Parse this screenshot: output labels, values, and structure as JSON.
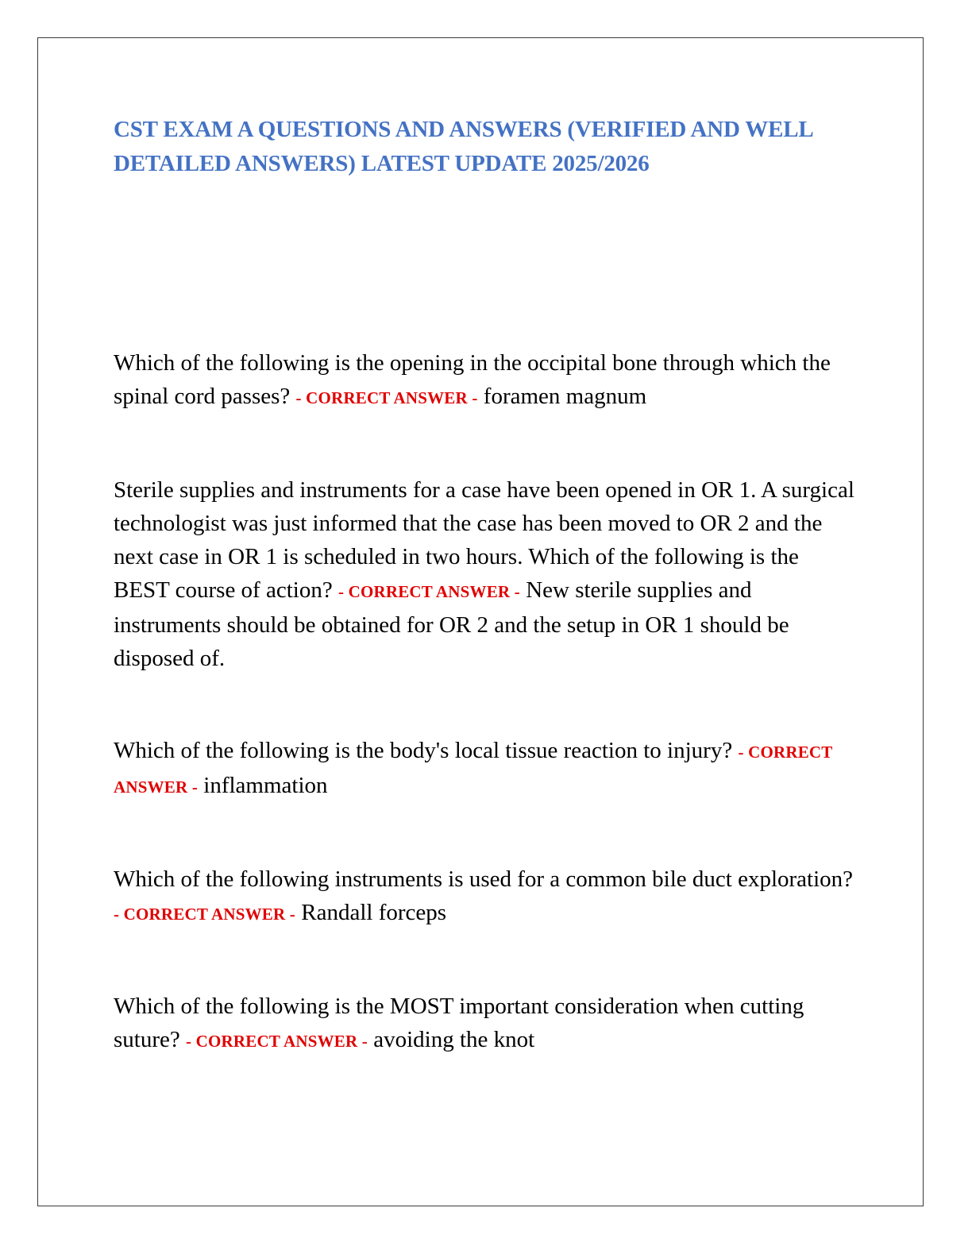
{
  "document": {
    "title": "CST EXAM A QUESTIONS AND ANSWERS (VERIFIED AND WELL DETAILED ANSWERS) LATEST UPDATE 2025/2026",
    "answer_marker": "- CORRECT ANSWER -",
    "colors": {
      "title": "#4472c4",
      "answer_marker": "#e00000",
      "body_text": "#000000"
    },
    "items": [
      {
        "question": "Which of the following is the opening in the occipital bone through which the spinal cord passes?",
        "answer": "foramen magnum"
      },
      {
        "question": "Sterile supplies and instruments for a case have been opened in OR 1. A surgical technologist was just informed that the case has been moved to OR 2 and the next case in OR 1 is scheduled in two hours. Which of the following is the BEST course of action?",
        "answer": "New sterile supplies and instruments should be obtained for OR 2 and the setup in OR 1 should be disposed of."
      },
      {
        "question": "Which of the following is the body's local tissue reaction to injury?",
        "answer": "inflammation"
      },
      {
        "question": "Which of the following instruments is used for a common bile duct exploration?",
        "answer": "Randall forceps"
      },
      {
        "question": "Which of the following is the MOST important consideration when cutting suture?",
        "answer": "avoiding the knot"
      }
    ]
  }
}
